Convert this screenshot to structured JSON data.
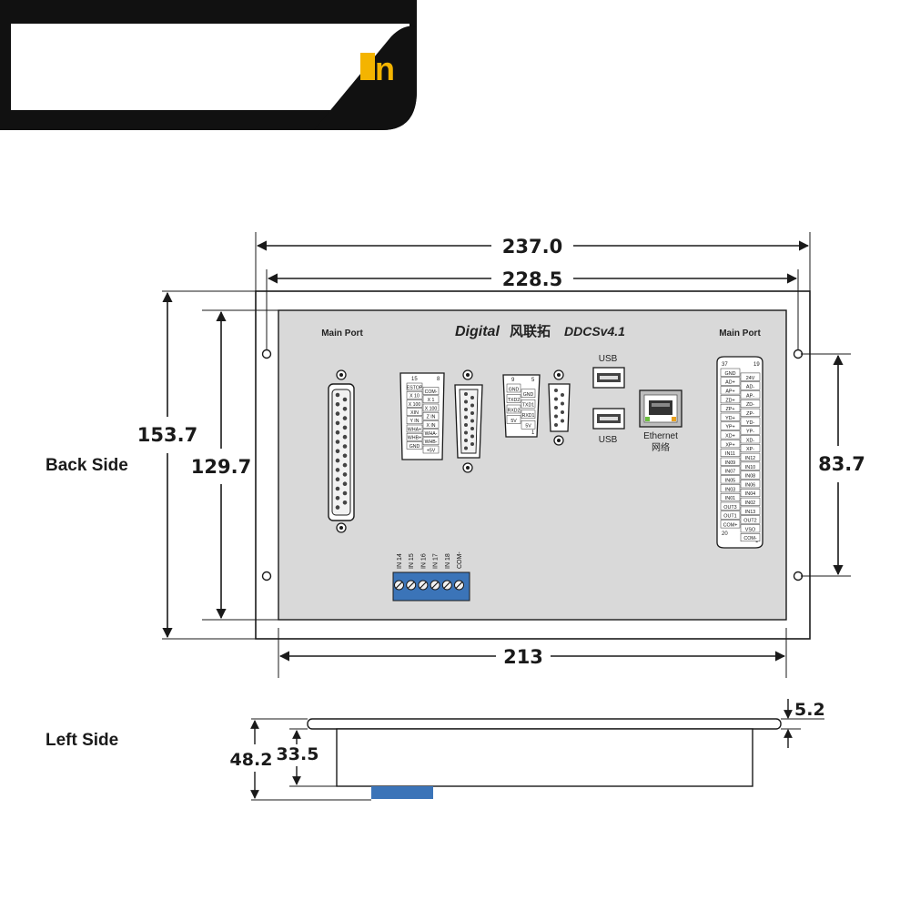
{
  "banner": {
    "partial_text": "n",
    "brand_color": "#f4b400"
  },
  "labels": {
    "back_side": "Back Side",
    "left_side": "Left Side"
  },
  "dimensions": {
    "overall_width": "237.0",
    "hole_spacing_width": "228.5",
    "panel_width": "213",
    "overall_height": "153.7",
    "inner_height": "129.7",
    "hole_spacing_height": "83.7",
    "side_total_depth": "48.2",
    "side_body_depth": "33.5",
    "side_flange_thickness": "5.2"
  },
  "panel": {
    "main_port_left": "Main Port",
    "main_port_right": "Main Port",
    "brand": "Digital",
    "brand_cn": "风联拓",
    "model": "DDCSv4.1",
    "usb_top": "USB",
    "usb_bottom": "USB",
    "ethernet": "Ethernet",
    "ethernet_cn": "网络",
    "terminal_labels": [
      "IN 14",
      "IN 15",
      "IN 16",
      "IN 17",
      "IN 18",
      "COM-"
    ],
    "db15_left_pins": [
      "ESTOP",
      "X 10",
      "X 100",
      "XIN",
      "Y IN",
      "WHA+",
      "WHB+",
      "GND"
    ],
    "db15_right_pins": [
      "COM-",
      "X 1",
      "X 100",
      "Z IN",
      "X IN",
      "WHA-",
      "WHB-",
      "+5V"
    ],
    "db9_left_pins": [
      "GND",
      "TXD2",
      "RXD2",
      "5V"
    ],
    "db9_right_pins": [
      "GND",
      "TXD1",
      "RXD1",
      "5V"
    ],
    "db37_left_pins": [
      "GND",
      "AD+",
      "AP+",
      "ZD+",
      "ZP+",
      "YD+",
      "YP+",
      "XD+",
      "XP+",
      "IN11",
      "IN09",
      "IN07",
      "IN05",
      "IN03",
      "IN01",
      "OUT3",
      "OUT1",
      "COM+"
    ],
    "db37_right_pins": [
      "24V",
      "AD-",
      "AP-",
      "ZD-",
      "ZP-",
      "YD-",
      "YP-",
      "XD-",
      "XP-",
      "IN12",
      "IN10",
      "IN08",
      "IN06",
      "IN04",
      "IN02",
      "IN13",
      "OUT2",
      "VSO",
      "COM-"
    ]
  },
  "colors": {
    "panel_face": "#d9d9d9",
    "terminal_block": "#3b74b8",
    "line": "#1a1a1a",
    "banner_bg": "#111111"
  }
}
